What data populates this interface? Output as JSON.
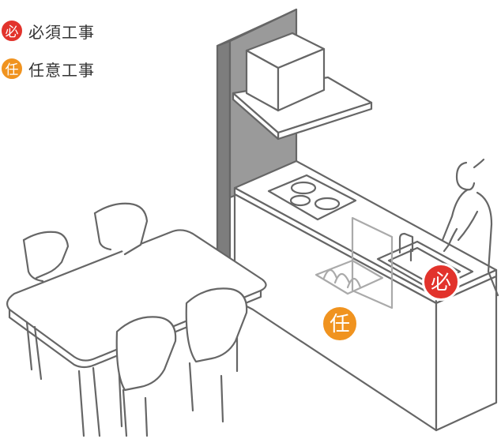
{
  "legend": {
    "required": {
      "symbol": "必",
      "label": "必須工事"
    },
    "optional": {
      "symbol": "任",
      "label": "任意工事"
    }
  },
  "badges": {
    "sink": "必",
    "dishwasher": "任"
  },
  "colors": {
    "required": "#e2332c",
    "optional": "#f0931f",
    "line": "#666666",
    "wall": "#7d7d7d",
    "shade": "#cfcfcf"
  },
  "icons": [
    "stove-hood-icon",
    "ih-cooktop-icon",
    "sink-faucet-icon",
    "dishwasher-icon",
    "person-icon",
    "chair-icon",
    "dining-table-icon"
  ]
}
